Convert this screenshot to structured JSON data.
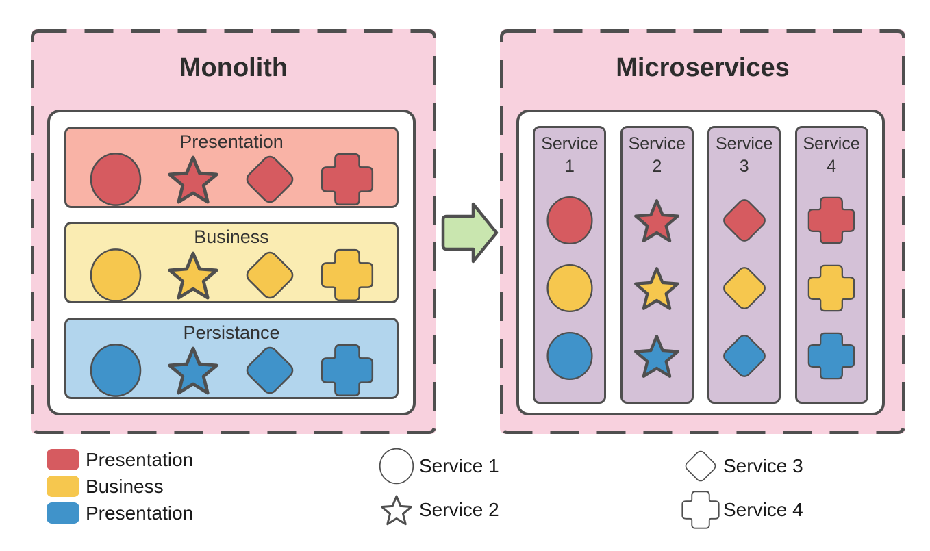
{
  "monolith": {
    "title": "Monolith",
    "layers": [
      {
        "name": "Presentation",
        "bg": "#F9B3A6",
        "shape_color": "#D65B60",
        "shapes": [
          "circle",
          "star",
          "diamond",
          "cross"
        ]
      },
      {
        "name": "Business",
        "bg": "#FAECB2",
        "shape_color": "#F6C74E",
        "shapes": [
          "circle",
          "star",
          "diamond",
          "cross"
        ]
      },
      {
        "name": "Persistance",
        "bg": "#B2D5ED",
        "shape_color": "#4093CA",
        "shapes": [
          "circle",
          "star",
          "diamond",
          "cross"
        ]
      }
    ]
  },
  "microservices": {
    "title": "Microservices",
    "column_bg": "#D4C1D7",
    "stack_colors": [
      "#D65B60",
      "#F6C74E",
      "#4093CA"
    ],
    "services": [
      {
        "name": "Service",
        "number": "1",
        "shape": "circle"
      },
      {
        "name": "Service",
        "number": "2",
        "shape": "star"
      },
      {
        "name": "Service",
        "number": "3",
        "shape": "diamond"
      },
      {
        "name": "Service",
        "number": "4",
        "shape": "cross"
      }
    ]
  },
  "arrow": {
    "color": "#C9E6AF"
  },
  "legend": {
    "color_items": [
      {
        "label": "Presentation",
        "color": "#D65B60"
      },
      {
        "label": "Business",
        "color": "#F6C74E"
      },
      {
        "label": "Presentation",
        "color": "#4093CA"
      }
    ],
    "shape_items": [
      {
        "label": "Service 1",
        "shape": "circle"
      },
      {
        "label": "Service 2",
        "shape": "star"
      },
      {
        "label": "Service 3",
        "shape": "diamond"
      },
      {
        "label": "Service 4",
        "shape": "cross"
      }
    ]
  },
  "colors": {
    "panel_bg": "#F8D1DE",
    "border": "#4F4F4F",
    "title_text": "#2D2D2D"
  }
}
